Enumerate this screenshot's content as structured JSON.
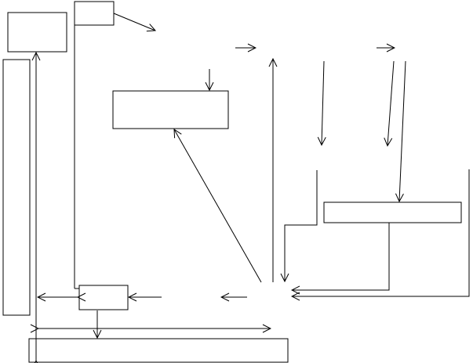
{
  "diagram": {
    "boxes": [
      {
        "id": "box-top-left",
        "label": ""
      },
      {
        "id": "box-top-small",
        "label": ""
      },
      {
        "id": "box-left-tall",
        "label": ""
      },
      {
        "id": "box-center-upper",
        "label": ""
      },
      {
        "id": "box-right-middle",
        "label": ""
      },
      {
        "id": "box-bottom-small",
        "label": ""
      },
      {
        "id": "box-bottom-wide",
        "label": ""
      }
    ],
    "stroke_color": "#000000",
    "background_color": "#ffffff"
  }
}
